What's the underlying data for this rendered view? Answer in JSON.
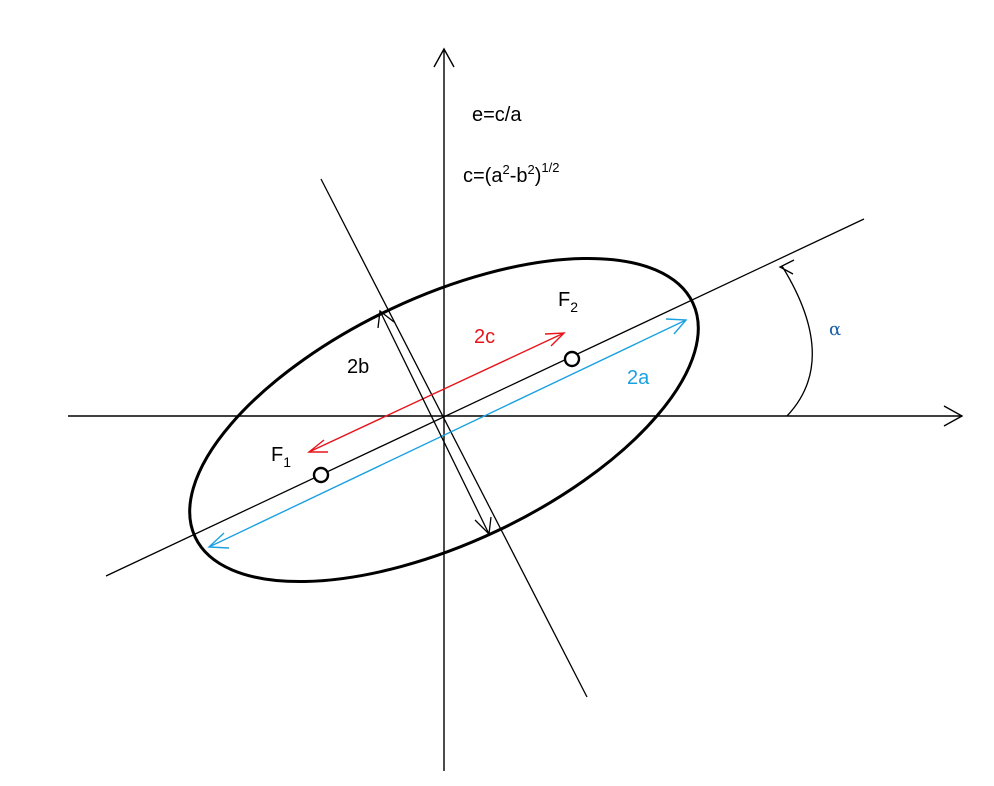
{
  "figure": {
    "type": "ellipse-geometry-diagram",
    "colors": {
      "axes": "#000000",
      "ellipse": "#000000",
      "focal_distance": "#e8141a",
      "major_axis_length": "#1ba1e2",
      "angle_label": "#1a5fa8"
    }
  },
  "formulas": {
    "eccentricity": "e=c/a",
    "c_prefix": "c=(a",
    "c_sup1": "2",
    "c_mid": "-b",
    "c_sup2": "2",
    "c_close": ")",
    "c_sup3": "1/2"
  },
  "labels": {
    "focus1_main": "F",
    "focus1_sub": "1",
    "focus2_main": "F",
    "focus2_sub": "2",
    "two_b": "2b",
    "two_c": "2c",
    "two_a": "2a",
    "alpha": "α"
  }
}
